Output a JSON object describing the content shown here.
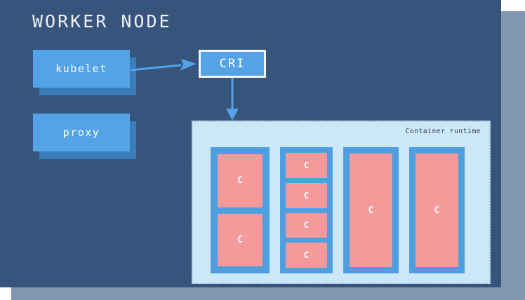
{
  "diagram": {
    "title": "WORKER NODE",
    "colors": {
      "node_panel": "#36547c",
      "node_shadow": "#8295b1",
      "service_face": "#53a3e6",
      "service_shadow": "#3b7cba",
      "runtime_panel": "#cbe7f8",
      "pod_border": "#4f9fe0",
      "container_fill": "#f59a9a",
      "text_light": "#ffffff",
      "cri_border": "#f2f6fa",
      "arrow": "#53a3e6"
    },
    "services": [
      {
        "id": "kubelet",
        "label": "kubelet"
      },
      {
        "id": "proxy",
        "label": "proxy"
      }
    ],
    "cri": {
      "label": "CRI"
    },
    "arrows": [
      {
        "id": "kubelet-to-cri",
        "from": "kubelet",
        "to": "CRI"
      },
      {
        "id": "cri-to-runtime",
        "from": "CRI",
        "to": "Container runtime"
      }
    ],
    "runtime": {
      "label": "Container runtime",
      "pods": [
        {
          "id": "pod-1",
          "containers": [
            "C",
            "C"
          ]
        },
        {
          "id": "pod-2",
          "containers": [
            "C",
            "C",
            "C",
            "C"
          ]
        },
        {
          "id": "pod-3",
          "containers": [
            "C"
          ]
        },
        {
          "id": "pod-4",
          "containers": [
            "C"
          ]
        }
      ]
    }
  }
}
